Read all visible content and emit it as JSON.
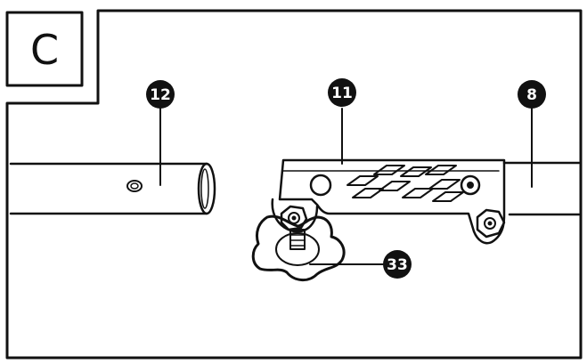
{
  "step": {
    "letter": "C"
  },
  "callouts": {
    "tube_left": "12",
    "bracket": "11",
    "tube_right": "8",
    "knob": "33"
  },
  "colors": {
    "ink": "#111111",
    "paper": "#ffffff",
    "callout_fill": "#111111"
  }
}
